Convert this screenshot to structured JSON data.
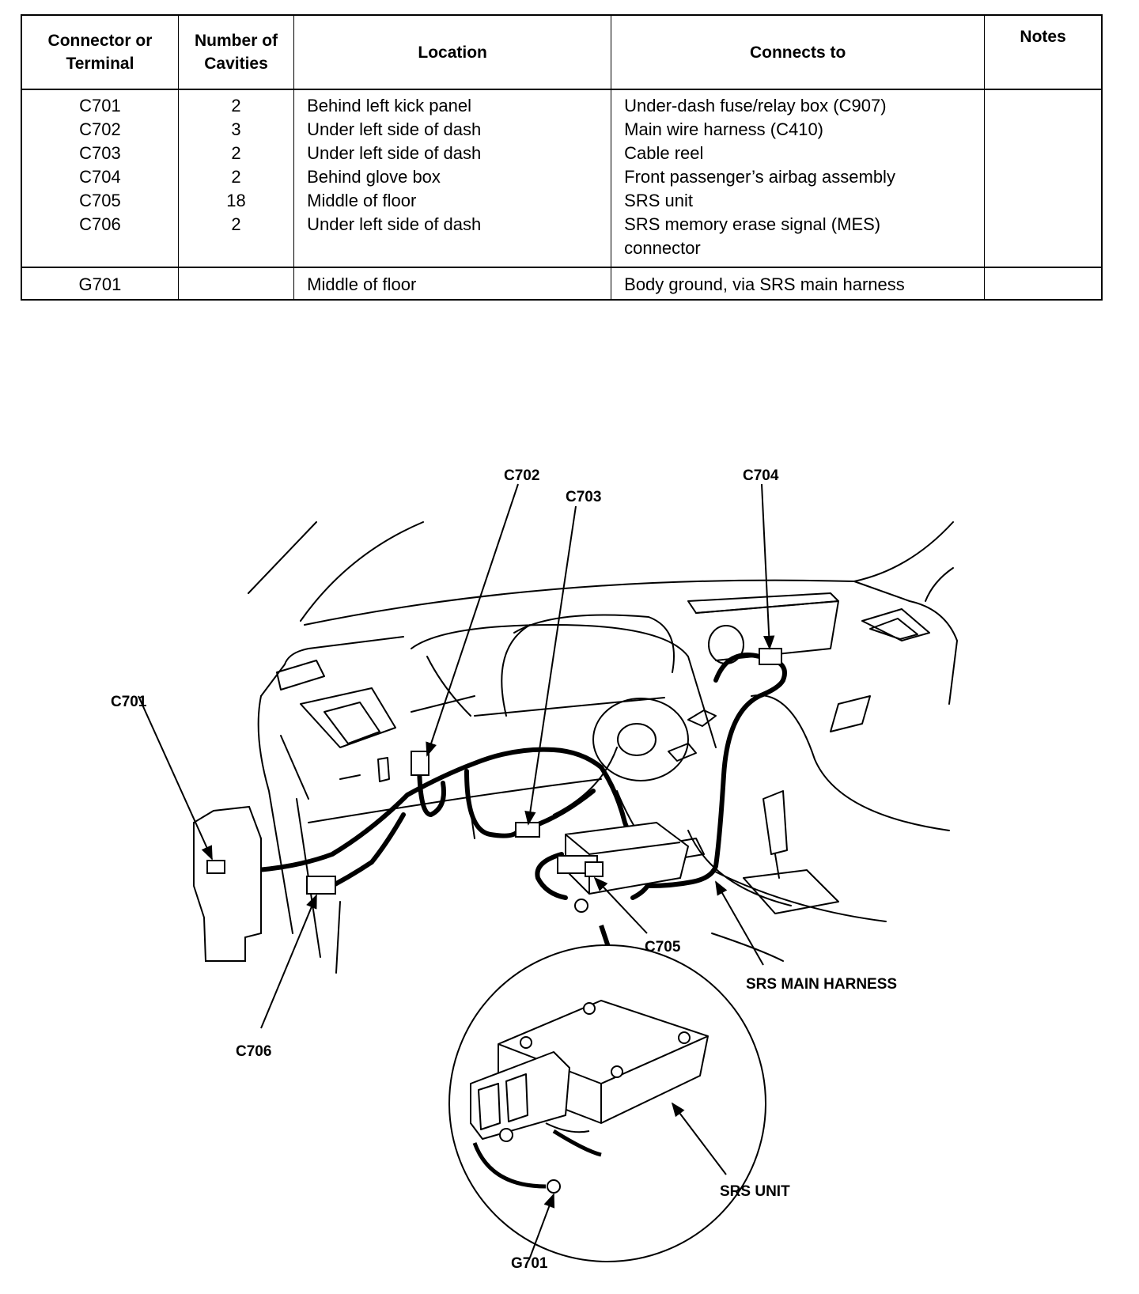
{
  "table": {
    "headers": {
      "connector": [
        "Connector or",
        "Terminal"
      ],
      "cavities": [
        "Number of",
        "Cavities"
      ],
      "location": "Location",
      "connects_to": "Connects to",
      "notes": "Notes"
    },
    "rows": [
      {
        "connector": "C701",
        "cavities": "2",
        "location": "Behind left kick panel",
        "connects_to": [
          "Under-dash fuse/relay box (C907)"
        ],
        "notes": ""
      },
      {
        "connector": "C702",
        "cavities": "3",
        "location": "Under left side of dash",
        "connects_to": [
          "Main wire harness (C410)"
        ],
        "notes": ""
      },
      {
        "connector": "C703",
        "cavities": "2",
        "location": "Under left side of dash",
        "connects_to": [
          "Cable reel"
        ],
        "notes": ""
      },
      {
        "connector": "C704",
        "cavities": "2",
        "location": "Behind glove box",
        "connects_to": [
          "Front passenger’s airbag assembly"
        ],
        "notes": ""
      },
      {
        "connector": "C705",
        "cavities": "18",
        "location": "Middle of floor",
        "connects_to": [
          "SRS unit"
        ],
        "notes": ""
      },
      {
        "connector": "C706",
        "cavities": "2",
        "location": "Under left side of dash",
        "connects_to": [
          "SRS memory erase signal (MES)",
          "connector"
        ],
        "notes": ""
      }
    ],
    "ground_row": {
      "connector": "G701",
      "cavities": "",
      "location": "Middle of floor",
      "connects_to": [
        "Body ground, via SRS main harness"
      ],
      "notes": ""
    }
  },
  "diagram": {
    "labels": {
      "c701": "C701",
      "c702": "C702",
      "c703": "C703",
      "c704": "C704",
      "c705": "C705",
      "c706": "C706",
      "srs_main_harness": "SRS MAIN HARNESS",
      "srs_unit": "SRS UNIT",
      "g701": "G701"
    }
  }
}
